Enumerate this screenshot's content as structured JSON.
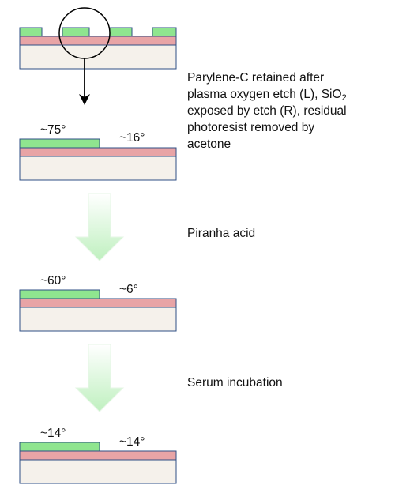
{
  "colors": {
    "parylene": "#8fe58f",
    "oxide": "#e8a4a6",
    "substrate": "#f5f1eb",
    "outline": "#2f4f86",
    "arrow_fill": "#c7f1c7"
  },
  "steps": [
    {
      "name": "patterned-wafer",
      "angles": {}
    },
    {
      "name": "after-etch",
      "angles": {
        "left": "~75°",
        "right": "~16°"
      }
    },
    {
      "name": "after-piranha",
      "angles": {
        "left": "~60°",
        "right": "~6°"
      }
    },
    {
      "name": "after-serum",
      "angles": {
        "left": "~14°",
        "right": "~14°"
      }
    }
  ],
  "annotations": {
    "etch_lines": [
      "Parylene-C retained after",
      "plasma oxygen etch (L), SiO",
      "exposed by etch (R), residual",
      "photoresist removed by",
      "acetone"
    ],
    "sio2_subscript": "2",
    "piranha": "Piranha acid",
    "serum": "Serum incubation"
  }
}
